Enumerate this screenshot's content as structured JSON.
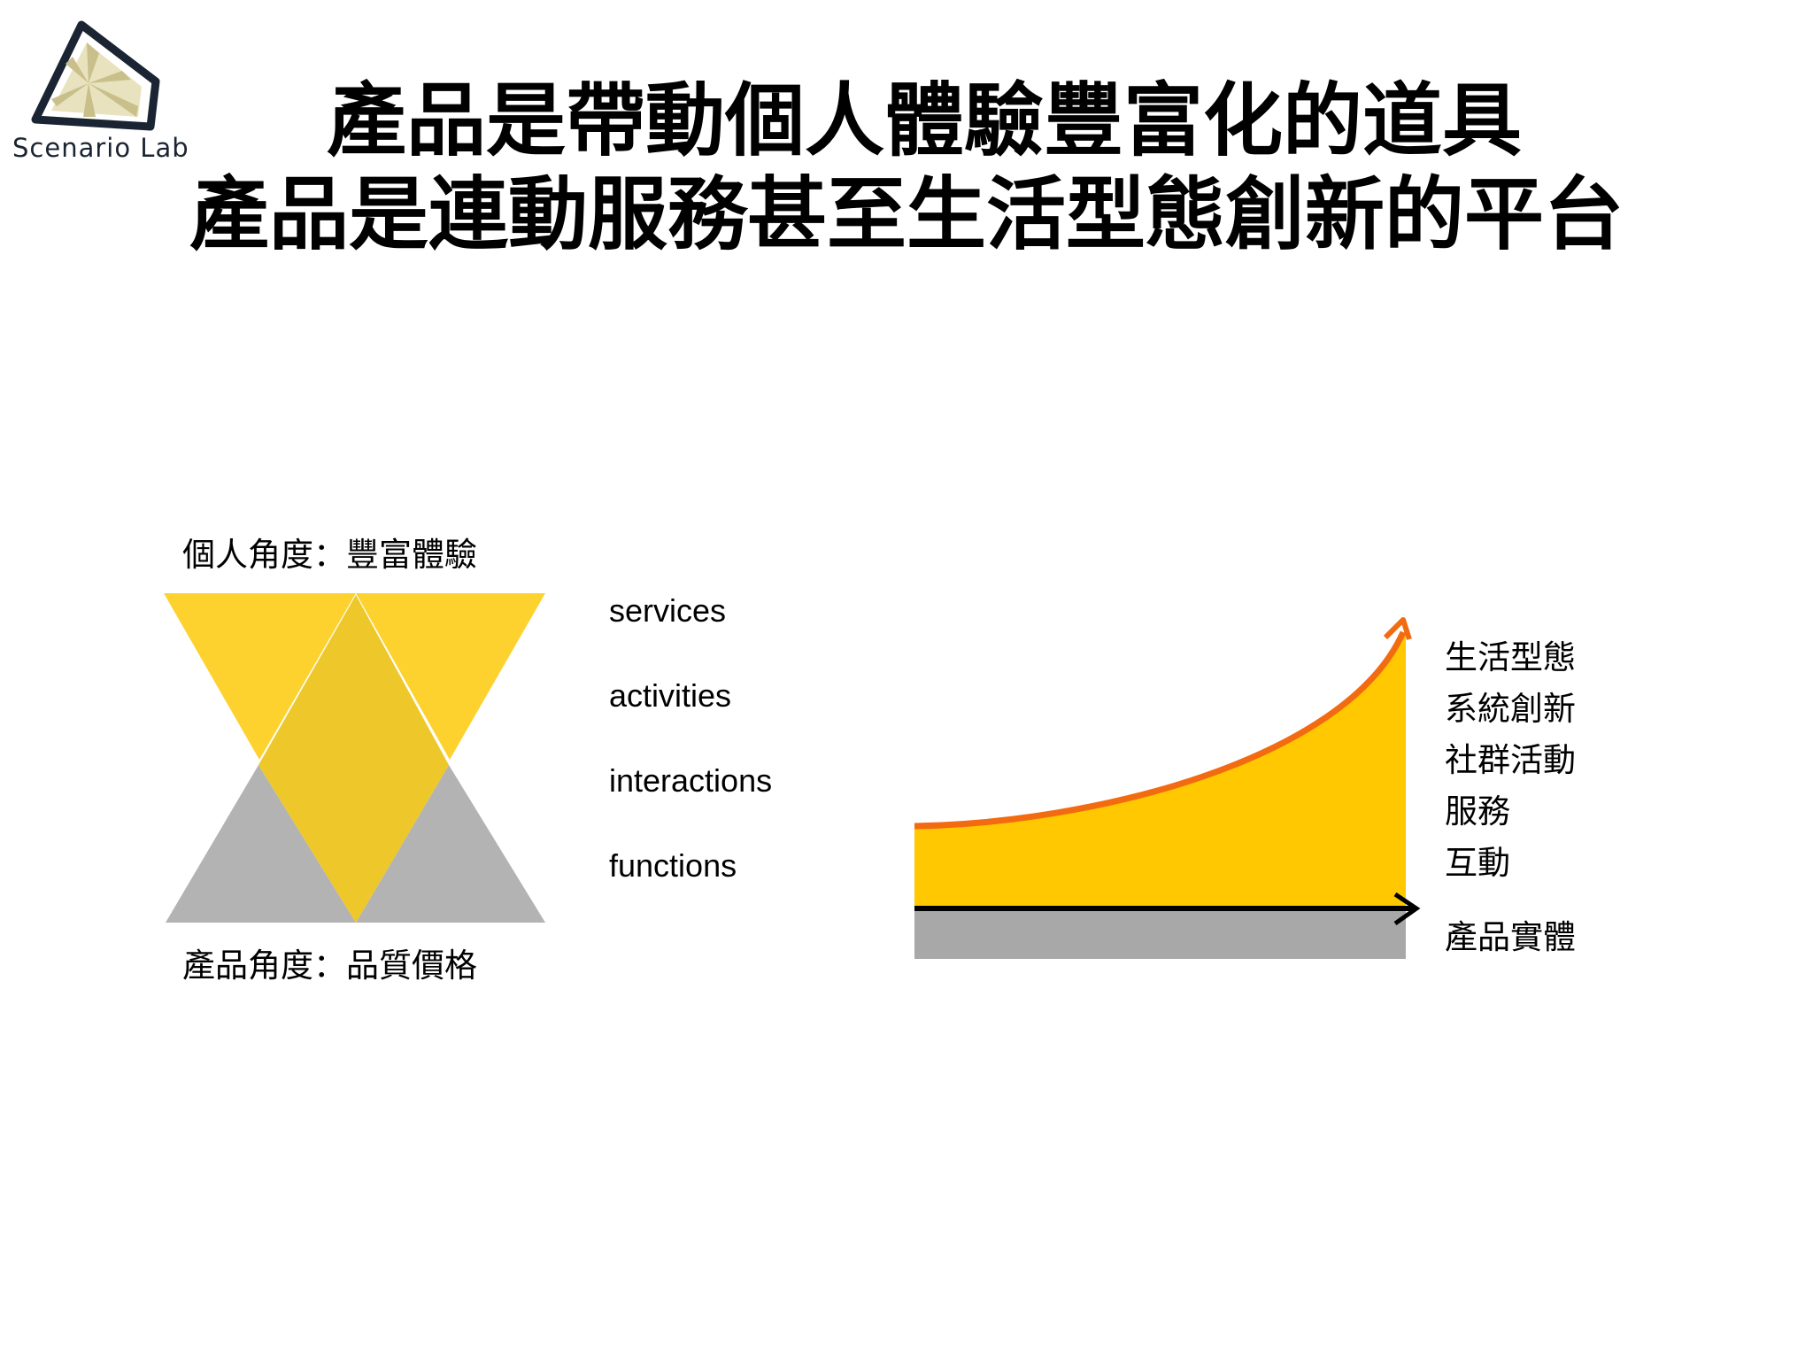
{
  "logo": {
    "text": "Scenario Lab"
  },
  "title": {
    "line1": "產品是帶動個人體驗豐富化的道具",
    "line2": "產品是連動服務甚至生活型態創新的平台"
  },
  "left_diagram": {
    "top_label": "個人角度：豐富體驗",
    "bottom_label": "產品角度：品質價格",
    "levels": [
      "services",
      "activities",
      "interactions",
      "functions"
    ]
  },
  "right_diagram": {
    "stack_labels": [
      "生活型態",
      "系統創新",
      "社群活動",
      "服務",
      "互動"
    ],
    "base_label": "產品實體"
  },
  "colors": {
    "yellow": "#FDD22F",
    "overlap": "#EEC72A",
    "gray": "#B3B3B3",
    "area_yellow": "#FFC800",
    "curve_orange": "#F26B11",
    "base_gray": "#A9A8A9"
  }
}
